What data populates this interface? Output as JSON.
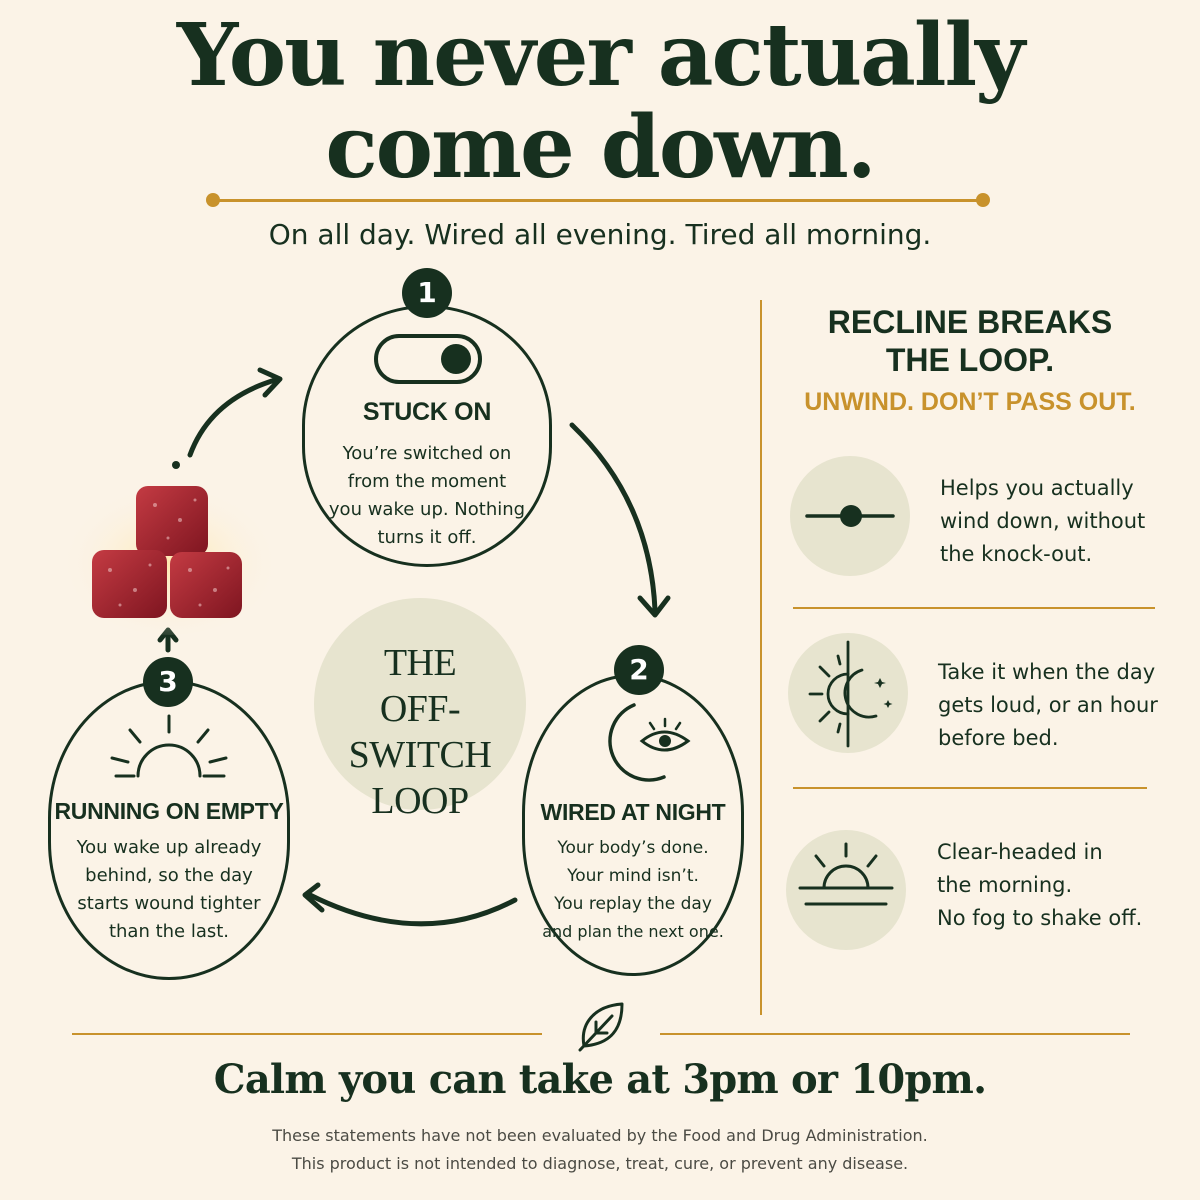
{
  "headline": {
    "line1": "You never actually",
    "line2": "come down."
  },
  "subtitle": "On all day. Wired all evening. Tired all morning.",
  "loop": {
    "center_label": {
      "line1": "THE",
      "line2": "OFF-SWITCH",
      "line3": "LOOP"
    },
    "steps": [
      {
        "number": "1",
        "title": "STUCK ON",
        "body": [
          "You’re switched on",
          "from the moment",
          "you wake up. Nothing",
          "turns it off."
        ],
        "icon": "toggle-switch-icon"
      },
      {
        "number": "2",
        "title": "WIRED AT NIGHT",
        "body": [
          "Your body’s done.",
          "Your mind isn’t.",
          "You replay the day",
          "and plan the next one."
        ],
        "icon": "moon-eye-icon"
      },
      {
        "number": "3",
        "title": "RUNNING ON EMPTY",
        "body": [
          "You wake up already",
          "behind, so the day",
          "starts wound tighter",
          "than the last."
        ],
        "icon": "sunrise-icon"
      }
    ]
  },
  "right_panel": {
    "heading": {
      "line1": "RECLINE BREAKS",
      "line2": "THE LOOP."
    },
    "subheading": "UNWIND. DON’T PASS OUT.",
    "benefits": [
      {
        "icon": "slider-dot-icon",
        "lines": [
          "Helps you actually",
          "wind down, without",
          "the knock-out."
        ]
      },
      {
        "icon": "sun-moon-icon",
        "lines": [
          "Take it when the day",
          "gets loud, or an hour",
          "before bed."
        ]
      },
      {
        "icon": "horizon-sun-icon",
        "lines": [
          "Clear-headed in",
          "the morning.",
          "No fog to shake off."
        ]
      }
    ]
  },
  "tagline": "Calm you can take at 3pm or 10pm.",
  "disclaimer": {
    "line1": "These statements have not been evaluated by the Food and Drug Administration.",
    "line2": "This product is not intended to diagnose, treat, cure, or prevent any disease."
  },
  "colors": {
    "background": "#fbf3e7",
    "ink": "#17301f",
    "gold": "#c8922c",
    "sage": "#e7e4cf",
    "gummy": "#a3222c"
  }
}
